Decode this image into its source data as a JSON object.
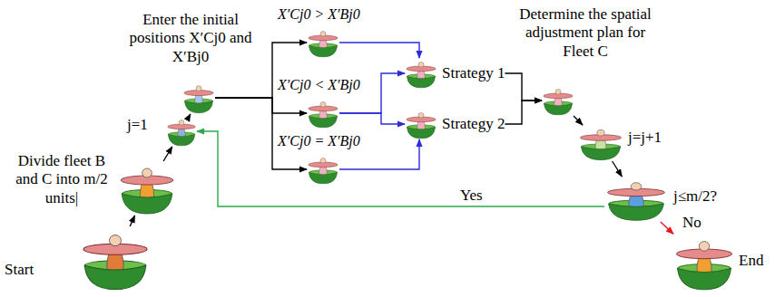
{
  "diagram": {
    "nodes": [
      {
        "text": [
          "Start"
        ]
      },
      {
        "text": [
          "Divide fleet B and C into m/2 units|"
        ]
      },
      {
        "text": [
          "j=1"
        ]
      },
      {
        "text": [
          "Enter the initial positions X′Cj0 and X′Bj0"
        ]
      },
      {
        "text": [
          "X′Cj0 > X′Bj0"
        ]
      },
      {
        "text": [
          "X′Cj0 < X′Bj0"
        ]
      },
      {
        "text": [
          "X′Cj0 = X′Bj0"
        ]
      },
      {
        "text": [
          "Strategy 1"
        ]
      },
      {
        "text": [
          "Strategy 2"
        ]
      },
      {
        "text": [
          "Determine the spatial adjustment plan for Fleet C"
        ]
      },
      {
        "text": [
          "j=j+1"
        ]
      },
      {
        "text": [
          "j≤m/2?"
        ]
      },
      {
        "text": [
          "End"
        ]
      }
    ],
    "edges": [
      {
        "from": 0,
        "to": 1,
        "arrow": "to"
      },
      {
        "from": 1,
        "to": 2,
        "arrow": "to"
      },
      {
        "from": 2,
        "to": 3,
        "arrow": "to"
      },
      {
        "from": 3,
        "to": 4,
        "arrow": "to"
      },
      {
        "from": 3,
        "to": 5,
        "arrow": "to"
      },
      {
        "from": 3,
        "to": 6,
        "arrow": "to"
      },
      {
        "from": 4,
        "to": 7,
        "arrow": "to"
      },
      {
        "from": 5,
        "to": 7,
        "arrow": "to"
      },
      {
        "from": 5,
        "to": 8,
        "arrow": "to"
      },
      {
        "from": 6,
        "to": 8,
        "arrow": "to"
      },
      {
        "from": 7,
        "to": 9,
        "arrow": "to"
      },
      {
        "from": 8,
        "to": 9,
        "arrow": "to"
      },
      {
        "from": 9,
        "to": 10,
        "arrow": "to"
      },
      {
        "from": 10,
        "to": 11,
        "arrow": "to"
      },
      {
        "from": 11,
        "to": 12,
        "arrow": "to",
        "label": "No"
      },
      {
        "from": 11,
        "to": 2,
        "arrow": "to",
        "label": "Yes"
      }
    ]
  }
}
